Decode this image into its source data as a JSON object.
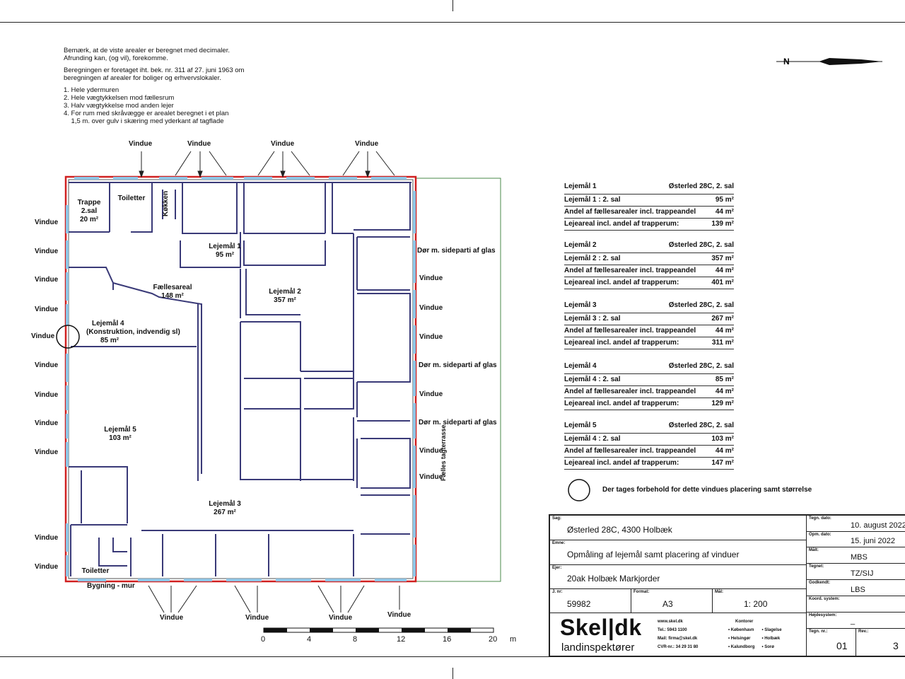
{
  "notes": {
    "line1": "Bemærk, at de viste arealer er beregnet med decimaler.",
    "line2": "Afrunding kan, (og vil), forekomme.",
    "line3": "Beregningen er foretaget iht. bek. nr. 311 af 27. juni 1963 om",
    "line4": "beregningen af arealer for boliger og erhvervslokaler.",
    "items": [
      "1. Hele ydermuren",
      "2. Hele vægtykkelsen mod fællesrum",
      "3. Halv vægtykkelse mod anden lejer",
      "4. For rum med skråvægge er arealet beregnet i et plan",
      "    1,5 m. over gulv i skæring med yderkant af tagflade"
    ]
  },
  "north_label": "N",
  "window_label": "Vindue",
  "door_label": "Dør m. sideparti af glas",
  "door_label_alt": "Dør m. sideparti af glas",
  "terrace_label": "Fælles tagterrasse",
  "building_wall_label": "Bygning - mur",
  "rooms": {
    "trappe": "Trappe",
    "trappe_sub": "2.sal",
    "trappe_area": "20 m²",
    "toiletter": "Toiletter",
    "koekken": "Køkken",
    "lejemaal1": "Lejemål 1",
    "lejemaal1_area": "95 m²",
    "faellesareal": "Fællesareal",
    "faellesareal_area": "148 m²",
    "lejemaal2": "Lejemål 2",
    "lejemaal2_area": "357 m²",
    "lejemaal4": "Lejemål 4",
    "lejemaal4_sub": "(Konstruktion, indvendig sl)",
    "lejemaal4_area": "85 m²",
    "lejemaal5": "Lejemål 5",
    "lejemaal5_area": "103 m²",
    "lejemaal3": "Lejemål 3",
    "lejemaal3_area": "267 m²",
    "toiletter2": "Toiletter"
  },
  "scale": {
    "ticks": [
      "0",
      "4",
      "8",
      "12",
      "16",
      "20"
    ],
    "unit": "m"
  },
  "areas": [
    {
      "title": "Lejemål 1",
      "address": "Østerled 28C, 2. sal",
      "r1l": "Lejemål 1 :  2. sal",
      "r1v": "95 m²",
      "r2l": "Andel af fællesarealer incl. trappeandel",
      "r2v": "44 m²",
      "r3l": "Lejeareal incl. andel af trapperum:",
      "r3v": "139 m²"
    },
    {
      "title": "Lejemål 2",
      "address": "Østerled 28C, 2. sal",
      "r1l": "Lejemål 2 :  2. sal",
      "r1v": "357 m²",
      "r2l": "Andel af fællesarealer incl. trappeandel",
      "r2v": "44 m²",
      "r3l": "Lejeareal incl. andel af trapperum:",
      "r3v": "401 m²"
    },
    {
      "title": "Lejemål 3",
      "address": "Østerled 28C, 2. sal",
      "r1l": "Lejemål 3 :  2. sal",
      "r1v": "267 m²",
      "r2l": "Andel af fællesarealer incl. trappeandel",
      "r2v": "44 m²",
      "r3l": "Lejeareal incl. andel af trapperum:",
      "r3v": "311 m²"
    },
    {
      "title": "Lejemål 4",
      "address": "Østerled 28C, 2. sal",
      "r1l": "Lejemål 4 :  2. sal",
      "r1v": "85 m²",
      "r2l": "Andel af fællesarealer incl. trappeandel",
      "r2v": "44 m²",
      "r3l": "Lejeareal incl. andel af trapperum:",
      "r3v": "129 m²"
    },
    {
      "title": "Lejemål 5",
      "address": "Østerled 28C, 2. sal",
      "r1l": "Lejemål 4 :  2. sal",
      "r1v": "103 m²",
      "r2l": "Andel af fællesarealer incl. trappeandel",
      "r2v": "44 m²",
      "r3l": "Lejeareal incl. andel af trapperum:",
      "r3v": "147 m²"
    }
  ],
  "reservation_note": "Der tages forbehold for dette vindues placering samt størrelse",
  "titleblock": {
    "sag_label": "Sag:",
    "sag": "Østerled 28C, 4300 Holbæk",
    "emne_label": "Emne:",
    "emne": "Opmåling af lejemål samt placering af vinduer",
    "ejer_label": "Ejer:",
    "ejer": "20ak Holbæk Markjorder",
    "jnr_label": "J. nr:",
    "jnr": "59982",
    "format_label": "Format:",
    "format": "A3",
    "maal_label": "Mål:",
    "maal": "1: 200",
    "tegn_dato_label": "Tegn. dato:",
    "tegn_dato": "10. august 2022",
    "opm_dato_label": "Opm. dato:",
    "opm_dato": "15. juni 2022",
    "maalt_label": "Målt:",
    "maalt": "MBS",
    "tegnet_label": "Tegnet:",
    "tegnet": "TZ/SIJ",
    "godkendt_label": "Godkendt:",
    "godkendt": "LBS",
    "koord_label": "Koord. system:",
    "koord": "",
    "hoejde_label": "Højdesystem:",
    "hoejde": "_",
    "tegn_nr_label": "Tegn. nr.:",
    "tegn_nr": "01",
    "rev_label": "Rev.:",
    "rev": "3",
    "logo_text": "Skel|dk",
    "logo_sub": "landinspektører",
    "web": "www.skel.dk",
    "tlf": "Tel.: 5943 1100",
    "mail": "Mail: firma@skel.dk",
    "cvr": "CVR-nr.: 34 29 31 80",
    "kontorer_label": "Kontorer",
    "kontorer": [
      "• København",
      "• Helsingør",
      "• Kalundborg",
      "• Slagelse",
      "• Holbæk",
      "• Sorø"
    ]
  }
}
